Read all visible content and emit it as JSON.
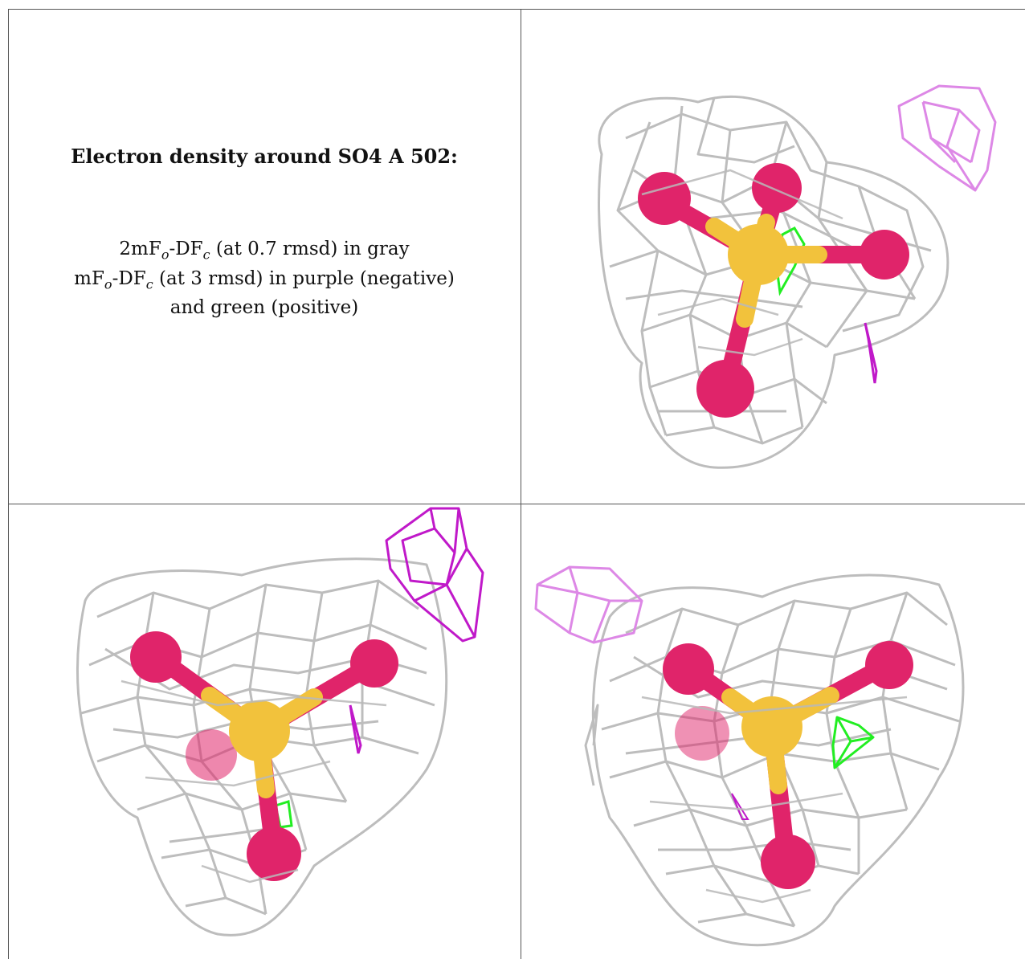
{
  "legend": {
    "title": "Electron density around SO4 A 502:",
    "line1_pre": "2mF",
    "line1_sub1": "o",
    "line1_mid": "-DF",
    "line1_sub2": "c",
    "line1_post": " (at 0.7 rmsd) in gray",
    "line2_pre": "mF",
    "line2_sub1": "o",
    "line2_mid": "-DF",
    "line2_sub2": "c",
    "line2_post": " (at 3 rmsd) in purple (negative)",
    "line3": "and green (positive)"
  },
  "colors": {
    "mesh": "#bdbdbd",
    "oxygen": "#e0246a",
    "sulfur": "#f2c23c",
    "negative_density_light": "#dd88e6",
    "negative_density_dark": "#c019c9",
    "positive_density": "#22ee22"
  },
  "panels": [
    {
      "name": "view-top-right"
    },
    {
      "name": "view-bottom-left"
    },
    {
      "name": "view-bottom-right"
    }
  ]
}
